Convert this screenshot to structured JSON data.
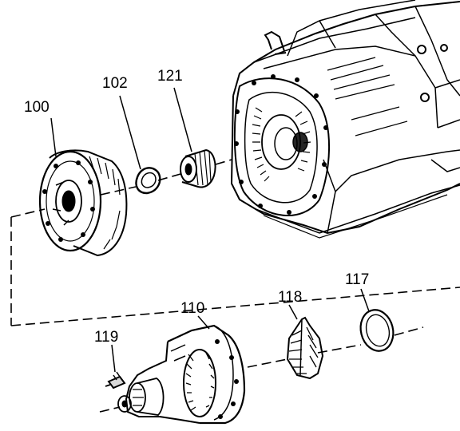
{
  "labels": {
    "torque_converter": "100",
    "thrust_washer": "102",
    "bearing": "121",
    "valve_body_housing": "110",
    "gear": "118",
    "seal_ring": "117",
    "bolt": "119"
  }
}
